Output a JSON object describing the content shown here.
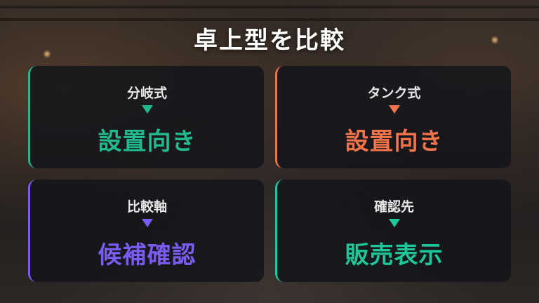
{
  "slide": {
    "title": "卓上型を比較"
  },
  "cards": [
    {
      "label": "分岐式",
      "value": "設置向き",
      "accent": "#22b98f"
    },
    {
      "label": "タンク式",
      "value": "設置向き",
      "accent": "#f0734a"
    },
    {
      "label": "比較軸",
      "value": "候補確認",
      "accent": "#7a5cf2"
    },
    {
      "label": "確認先",
      "value": "販売表示",
      "accent": "#1ec79a"
    }
  ],
  "icons": {
    "card_arrow": "triangle-down-icon"
  }
}
